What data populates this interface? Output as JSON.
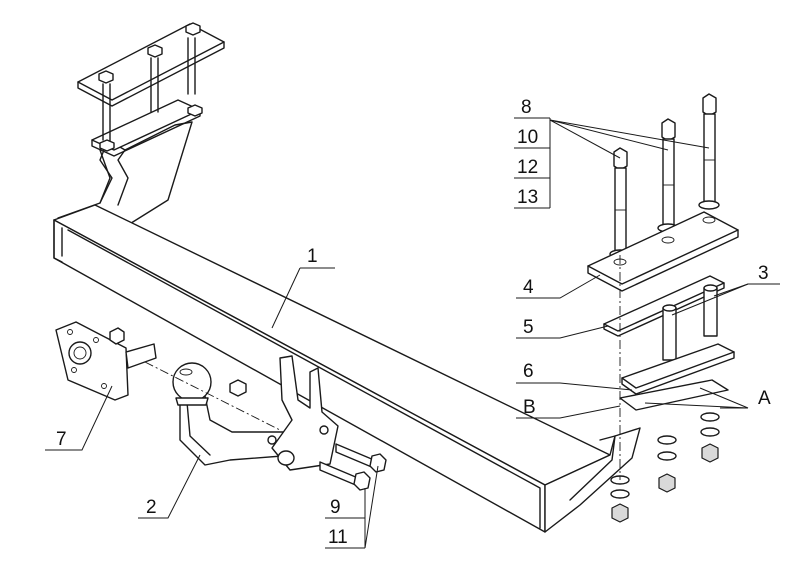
{
  "labels": {
    "p1": "1",
    "p2": "2",
    "p3": "3",
    "p4": "4",
    "p5": "5",
    "p6": "6",
    "p7": "7",
    "p8": "8",
    "p9": "9",
    "p10": "10",
    "p11": "11",
    "p12": "12",
    "p13": "13",
    "pA": "A",
    "pB": "B"
  }
}
